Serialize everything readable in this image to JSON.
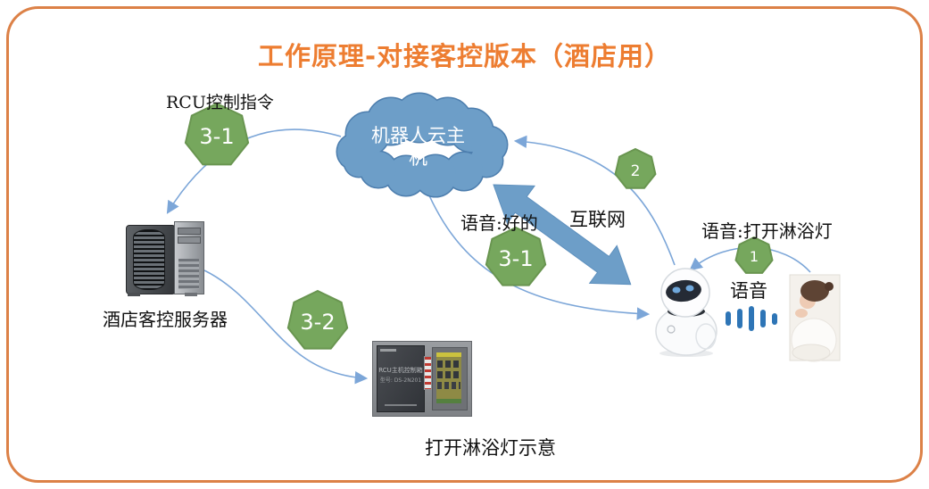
{
  "title": "工作原理-对接客控版本（酒店用）",
  "colors": {
    "title_orange": "#ED7D31",
    "border_orange": "#DC8147",
    "cloud_blue": "#6D9EC8",
    "cloud_blue_dark": "#4D7EAE",
    "internet_arrow_blue": "#6D9EC8",
    "connector_blue": "#7CA6D8",
    "badge_green": "#76A75D",
    "badge_green_dark": "#699550",
    "waveform_blue": "#2E75B6"
  },
  "cloud": {
    "line1": "机器人云主",
    "line2": "机"
  },
  "labels": {
    "rcu_command": "RCU控制指令",
    "server_caption": "酒店客控服务器",
    "voice_ok": "语音:好的",
    "internet": "互联网",
    "voice_command": "语音:打开淋浴灯",
    "voice": "语音",
    "rcu_caption": "打开淋浴灯示意",
    "rcu_panel_title": "RCU主机控制箱",
    "rcu_panel_model": "型号: DS-2N201"
  },
  "badges": {
    "cloud_to_server": "3-1",
    "server_to_rcu": "3-2",
    "cloud_to_robot": "3-1",
    "robot_to_cloud": "2",
    "person_to_robot": "1"
  }
}
